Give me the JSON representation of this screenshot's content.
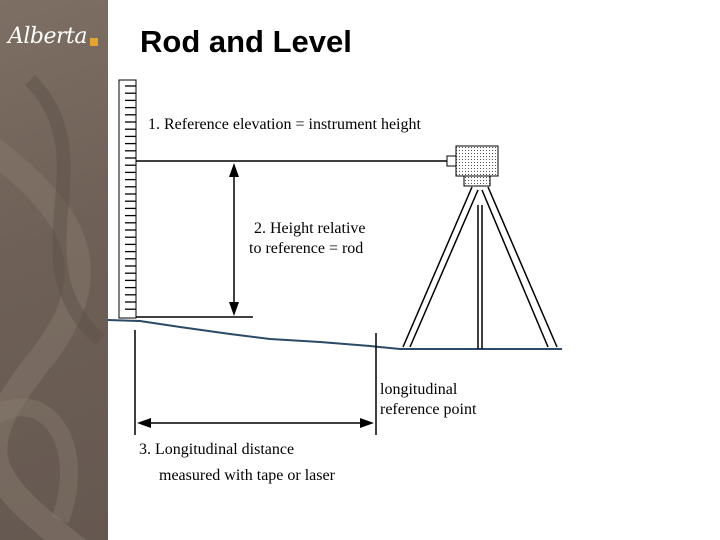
{
  "brand": {
    "logo_text": "Alberta"
  },
  "slide": {
    "title": "Rod and Level"
  },
  "diagram": {
    "label_reference_elevation": "1. Reference elevation = instrument height",
    "label_height_line1": "2. Height relative",
    "label_height_line2": "to reference = rod",
    "label_longitudinal_line1": "longitudinal",
    "label_longitudinal_line2": "reference point",
    "label_distance_line1": "3. Longitudinal distance",
    "label_distance_line2": "measured with tape or laser"
  },
  "colors": {
    "sidebar": "#6e6056",
    "ground": "#2b4a66",
    "logo_accent": "#e3a52f"
  }
}
